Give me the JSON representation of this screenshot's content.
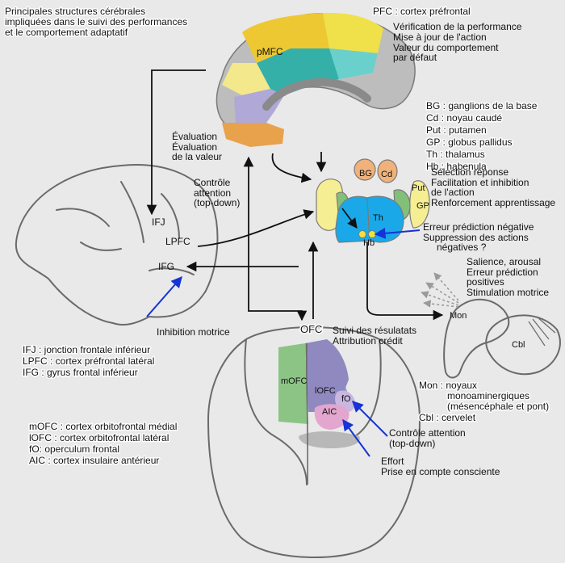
{
  "title": [
    "Principales structures cérébrales",
    "impliquées dans le suivi des performances",
    "et le comportement adaptatif"
  ],
  "pfc": {
    "title": "PFC : cortex préfrontal",
    "functions": [
      "Vérification de la performance",
      "Mise à jour de l'action",
      "Valeur du comportement",
      "par défaut"
    ],
    "pmfc_label": "pMFC",
    "evaluation": [
      "Évaluation",
      "Évaluation",
      "de la valeur"
    ]
  },
  "basal_ganglia": {
    "legend": [
      "BG : ganglions de la base",
      "Cd : noyau caudé",
      "Put : putamen",
      "GP : globus pallidus",
      "Th : thalamus",
      "Hb : habenula"
    ],
    "labels": {
      "bg": "BG",
      "cd": "Cd",
      "put": "Put",
      "gp": "GP",
      "th": "Th",
      "hb": "Hb"
    },
    "functions": [
      "Sélection réponse",
      "Facilitation et inhibition",
      "de l'action",
      "Renforcement apprentissage"
    ],
    "hb_functions": [
      "Erreur prédiction négative",
      "Suppression des actions",
      "négatives ?"
    ]
  },
  "lateral": {
    "labels": {
      "ifj": "IFJ",
      "lpfc": "LPFC",
      "ifg": "IFG"
    },
    "control": [
      "Contrôle",
      "attention",
      "(top-down)"
    ],
    "inhibition": "Inhibition motrice",
    "legend": [
      "IFJ : jonction frontale inférieur",
      "LPFC : cortex préfrontal latéral",
      "IFG : gyrus frontal inférieur"
    ]
  },
  "brainstem": {
    "functions": [
      "Salience, arousal",
      "Erreur prédiction",
      "positives",
      "Stimulation motrice"
    ],
    "labels": {
      "mon": "Mon",
      "cbl": "Cbl"
    },
    "legend": [
      "Mon : noyaux",
      "monoaminergiques",
      "(mésencéphale et pont)",
      "Cbl : cervelet"
    ]
  },
  "ventral": {
    "ofc": "OFC",
    "ofc_functions": [
      "Suivi des résulatats",
      "Attribution crédit"
    ],
    "labels": {
      "mofc": "mOFC",
      "lofc": "lOFC",
      "fo": "fO",
      "aic": "AIC"
    },
    "legend": [
      "mOFC : cortex orbitofrontal médial",
      "lOFC : cortex orbitofrontal latéral",
      "fO: operculum frontal",
      "AIC : cortex insulaire antérieur"
    ],
    "control": [
      "Contrôle attention",
      "(top-down)"
    ],
    "effort": [
      "Effort",
      "Prise en compte consciente"
    ]
  },
  "colors": {
    "background": "#e9e9e9",
    "yellow": "#f0e04a",
    "orange": "#e8a24c",
    "teal": "#35b0a8",
    "lavender": "#b0a8d6",
    "green": "#82c07a",
    "blue": "#1aa8e8",
    "pink": "#e2a6cf",
    "arrow_blue": "#1533d6"
  }
}
